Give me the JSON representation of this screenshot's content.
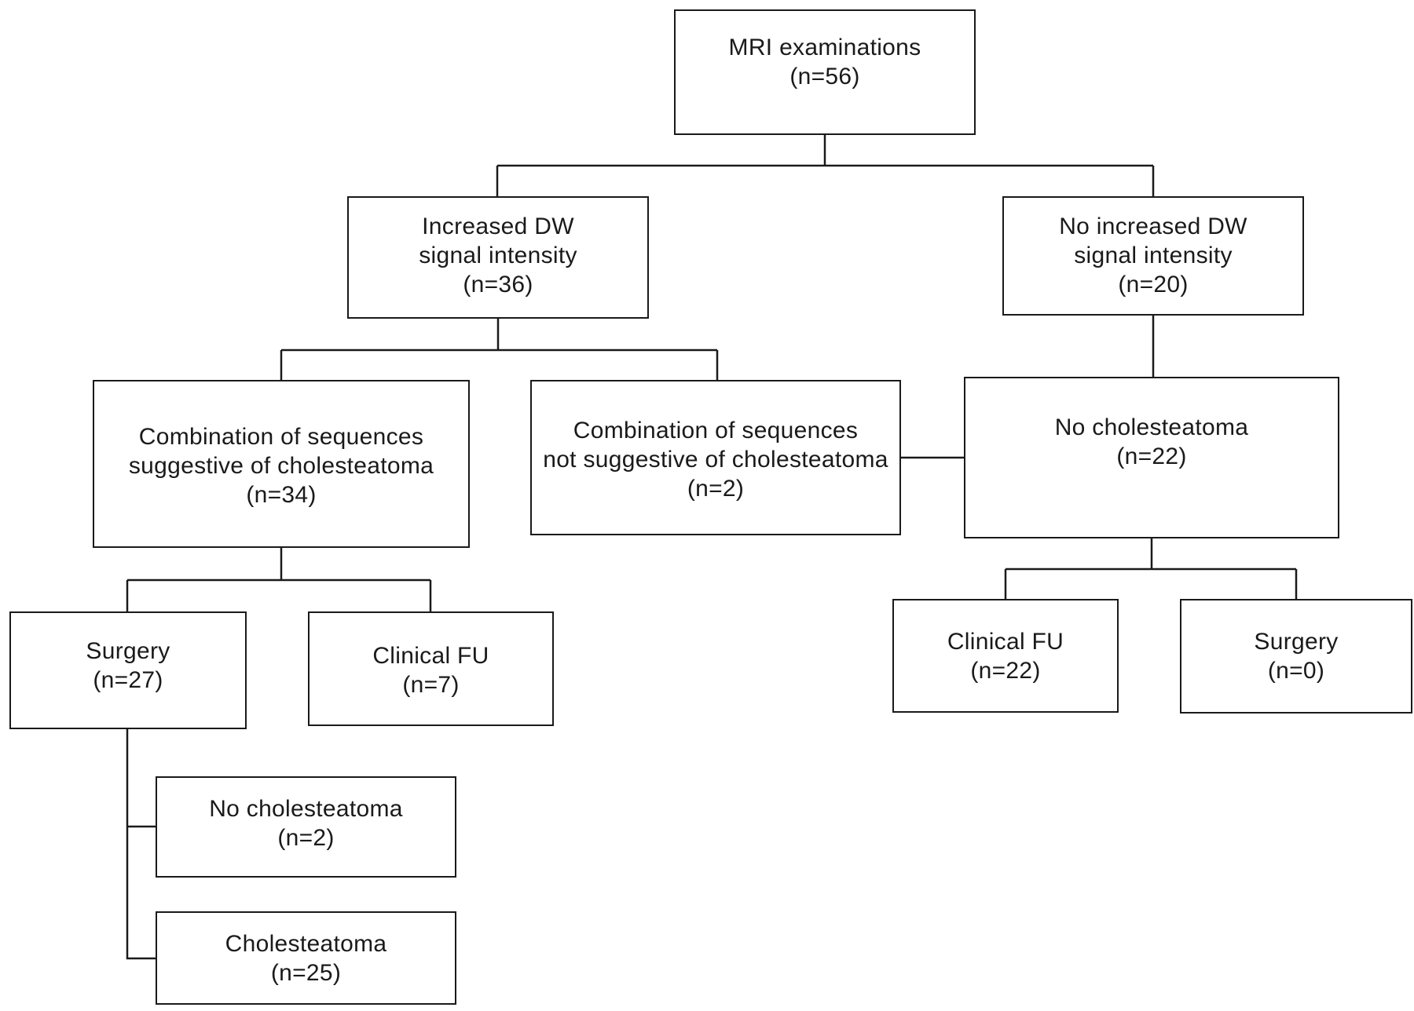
{
  "flowchart": {
    "mri_examinations": {
      "title": "MRI examinations",
      "count": "(n=56)"
    },
    "increased_dw": {
      "line1": "Increased DW",
      "line2": "signal intensity",
      "count": "(n=36)"
    },
    "no_increased_dw": {
      "line1": "No increased DW",
      "line2": "signal intensity",
      "count": "(n=20)"
    },
    "suggestive": {
      "line1": "Combination of sequences",
      "line2": "suggestive of cholesteatoma",
      "count": "(n=34)"
    },
    "not_suggestive": {
      "line1": "Combination of sequences",
      "line2": "not suggestive of cholesteatoma",
      "count": "(n=2)"
    },
    "no_cholesteatoma_right": {
      "title": "No cholesteatoma",
      "count": "(n=22)"
    },
    "surgery_left": {
      "title": "Surgery",
      "count": "(n=27)"
    },
    "clinical_fu_left": {
      "title": "Clinical FU",
      "count": "(n=7)"
    },
    "clinical_fu_right": {
      "title": "Clinical FU",
      "count": "(n=22)"
    },
    "surgery_right": {
      "title": "Surgery",
      "count": "(n=0)"
    },
    "no_cholesteatoma_surgery": {
      "title": "No cholesteatoma",
      "count": "(n=2)"
    },
    "cholesteatoma": {
      "title": "Cholesteatoma",
      "count": "(n=25)"
    }
  },
  "colors": {
    "line": "#1a1a1a",
    "box_border": "#1a1a1a",
    "background": "#ffffff"
  }
}
